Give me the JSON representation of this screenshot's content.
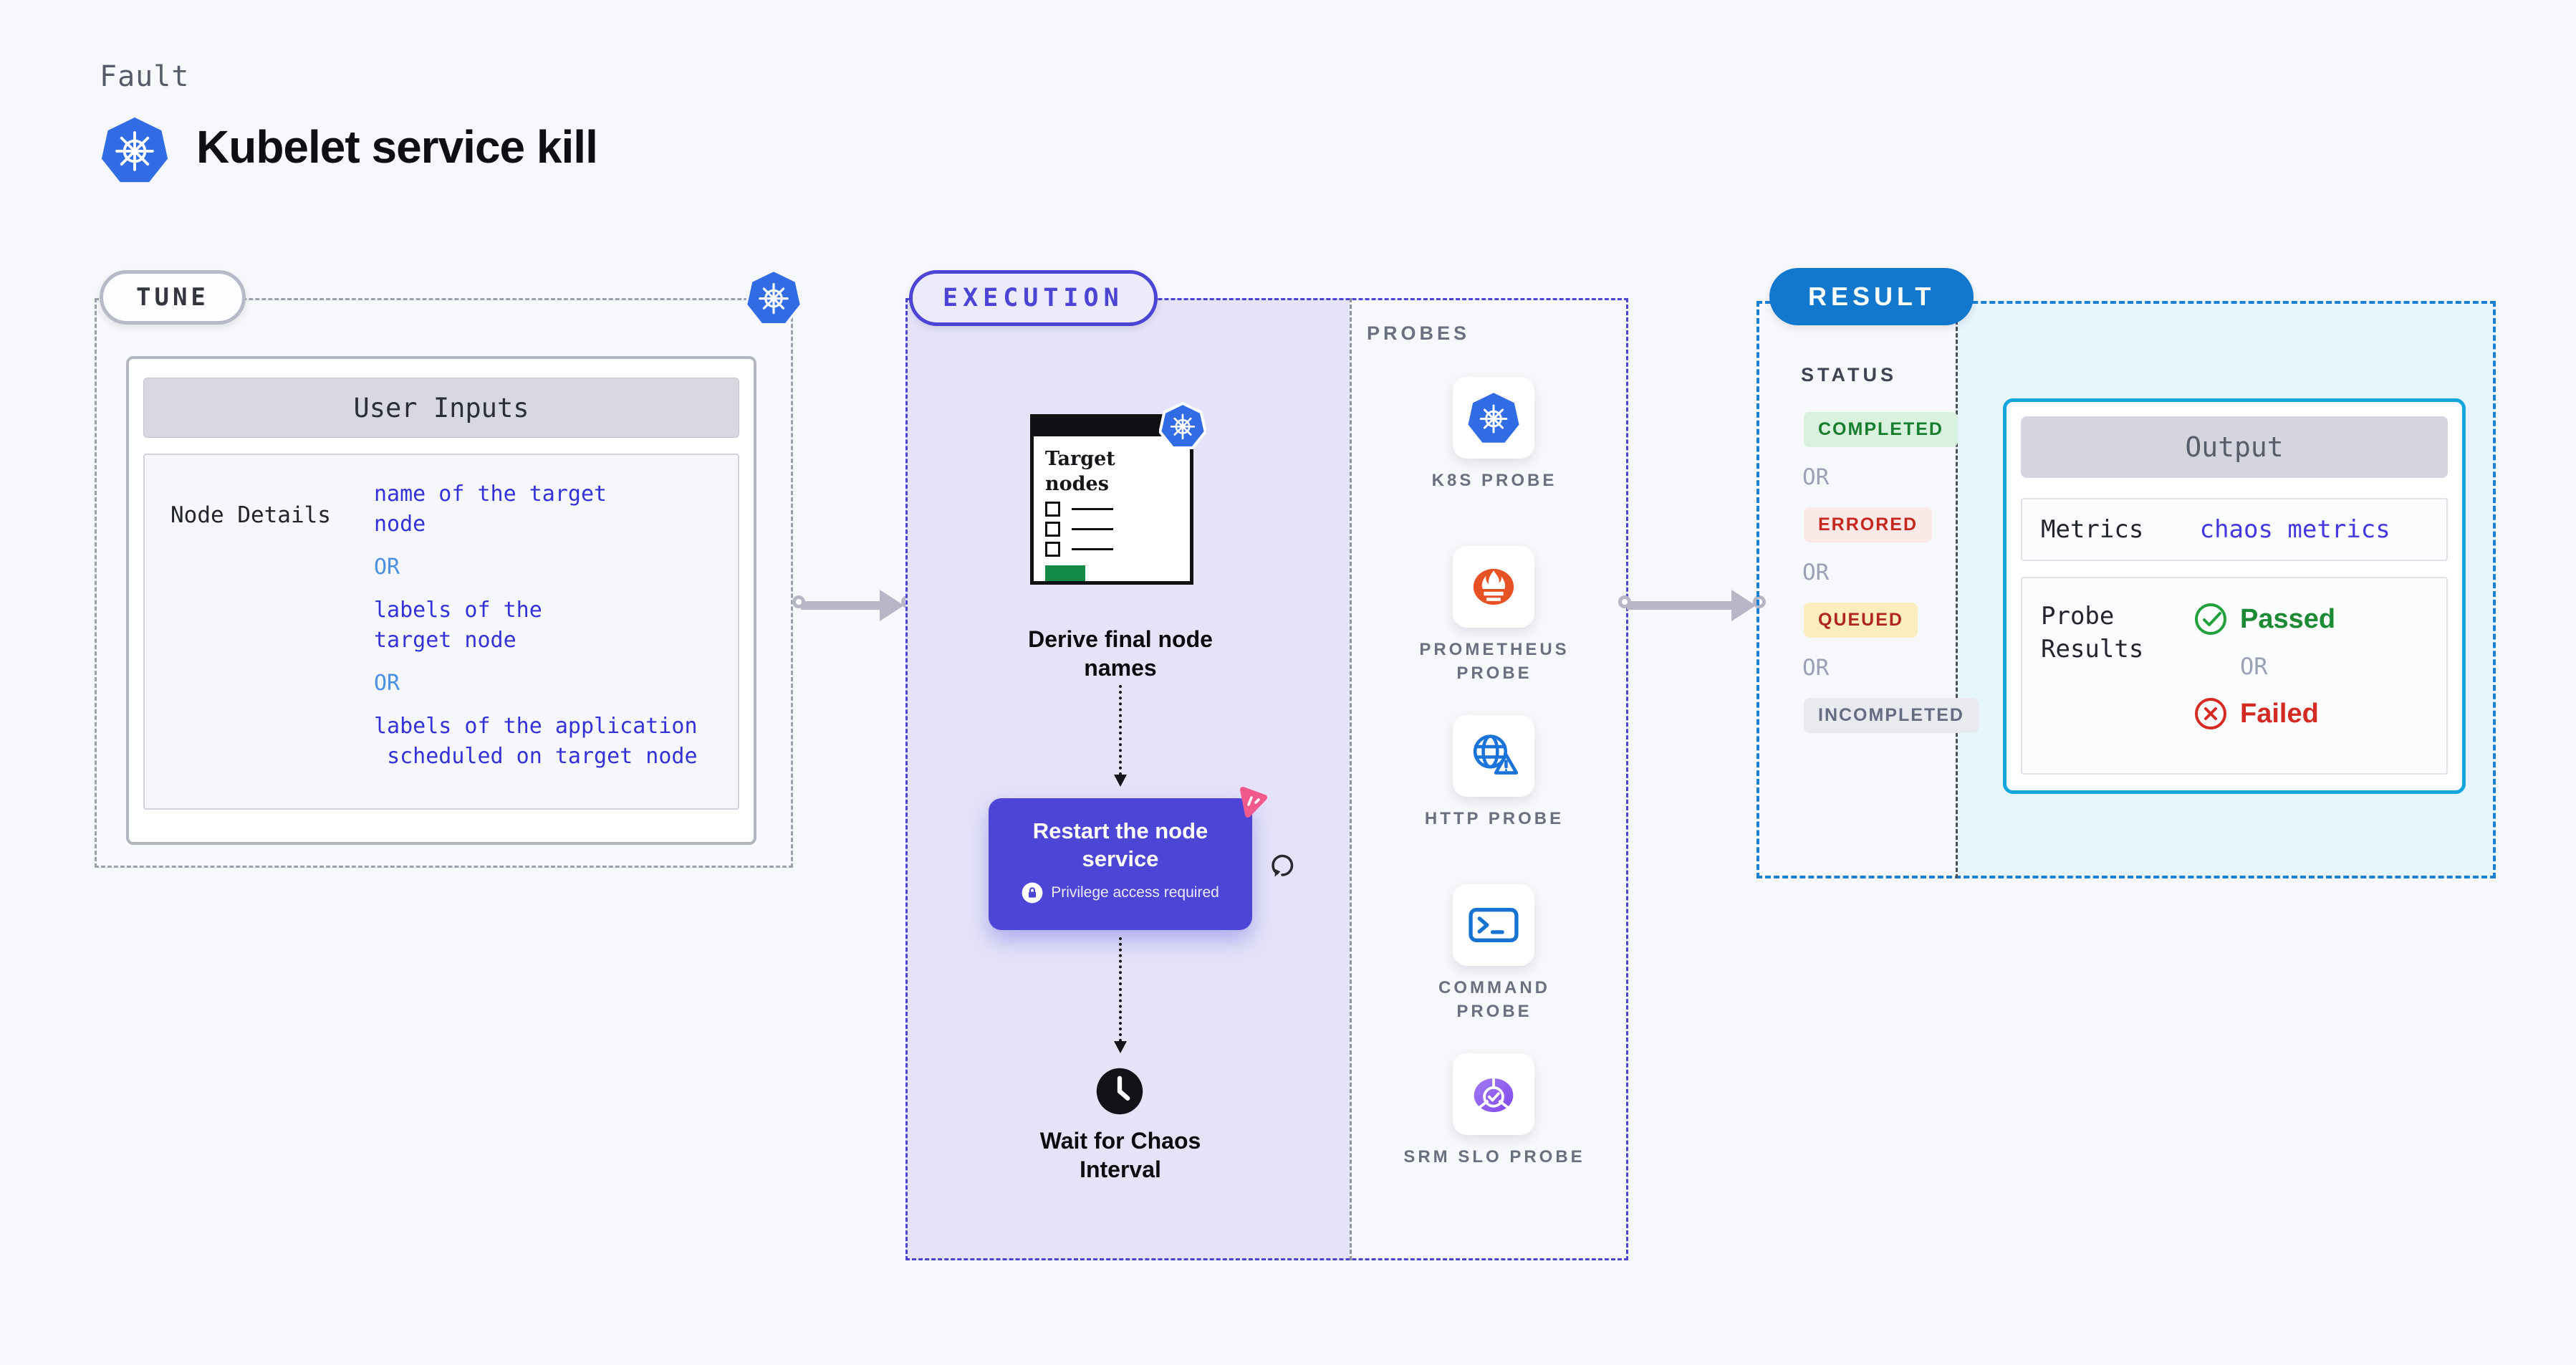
{
  "page": {
    "kicker": "Fault",
    "title": "Kubelet service kill"
  },
  "tune": {
    "badge": "TUNE",
    "table": {
      "header": "User Inputs",
      "row_label": "Node Details",
      "or_label": "OR",
      "options": [
        "name of the target\nnode",
        "labels of the\ntarget node",
        "labels of the application\n scheduled on target node"
      ]
    }
  },
  "execution": {
    "badge": "EXECUTION",
    "target_card_title": "Target nodes",
    "derive_step": "Derive final node names",
    "restart_step": "Restart the node service",
    "restart_note": "Privilege access required",
    "wait_step": "Wait for Chaos Interval"
  },
  "probes": {
    "label": "PROBES",
    "items": [
      {
        "label": "K8S PROBE",
        "icon": "kubernetes-icon"
      },
      {
        "label": "PROMETHEUS PROBE",
        "icon": "prometheus-icon"
      },
      {
        "label": "HTTP PROBE",
        "icon": "http-globe-warning-icon"
      },
      {
        "label": "COMMAND PROBE",
        "icon": "terminal-icon"
      },
      {
        "label": "SRM SLO PROBE",
        "icon": "srm-slo-icon"
      }
    ]
  },
  "result": {
    "badge": "RESULT",
    "status_label": "STATUS",
    "or_label": "OR",
    "statuses": [
      {
        "label": "COMPLETED",
        "fg": "#177d31",
        "bg": "#d9f2dd"
      },
      {
        "label": "ERRORED",
        "fg": "#c3271e",
        "bg": "#fbe9e8"
      },
      {
        "label": "QUEUED",
        "fg": "#b0251c",
        "bg": "#fcedbc"
      },
      {
        "label": "INCOMPLETED",
        "fg": "#656b80",
        "bg": "#e9e9f0"
      }
    ],
    "output": {
      "header": "Output",
      "metrics_label": "Metrics",
      "metrics_value": "chaos metrics",
      "probe_results_label": "Probe\nResults",
      "passed_label": "Passed",
      "failed_label": "Failed"
    }
  },
  "colors": {
    "accent_indigo": "#4d45d6",
    "accent_blue": "#1178ce",
    "k8s_blue": "#326ce5",
    "prometheus_orange": "#e75225",
    "link_blue": "#3431d9",
    "passed_green": "#1d8a34",
    "failed_red": "#d32b22"
  }
}
